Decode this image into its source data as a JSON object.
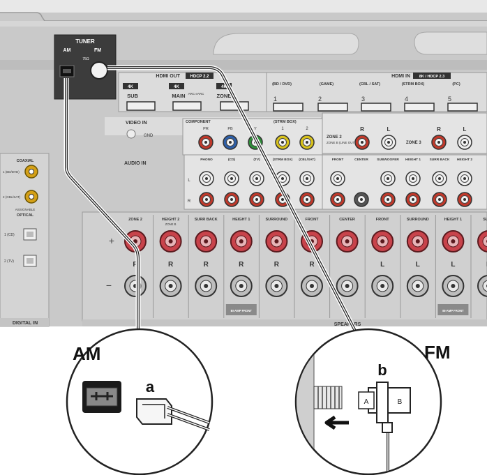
{
  "tuner": {
    "title": "TUNER",
    "am": "AM",
    "fm": "FM",
    "ohm": "75Ω"
  },
  "hdmi_out": {
    "title": "HDMI OUT",
    "badge": "HDCP 2.2",
    "labels": [
      {
        "badge": "4K",
        "name": "SUB"
      },
      {
        "badge": "4K",
        "name": "MAIN",
        "sub": "ARC eARC"
      },
      {
        "badge": "4K",
        "name": "ZONE 2"
      }
    ]
  },
  "hdmi_in": {
    "title": "HDMI IN",
    "badge": "8K / HDCP 2.3",
    "inputs": [
      {
        "top": "(BD / DVD)",
        "num": "1"
      },
      {
        "top": "(GAME)",
        "num": "2"
      },
      {
        "top": "(CBL / SAT)",
        "num": "3"
      },
      {
        "top": "(STRM BOX)",
        "num": "4"
      },
      {
        "top": "(PC)",
        "num": "5"
      }
    ]
  },
  "video_in": {
    "title": "VIDEO IN",
    "gnd": "GND",
    "component": "COMPONENT",
    "strm": "(STRM BOX)",
    "ypbpr": [
      "PR",
      "PB",
      "Y"
    ],
    "nums": [
      "1",
      "2"
    ]
  },
  "audio_in": {
    "title": "AUDIO IN",
    "groups": [
      "PHONO",
      "(CD)",
      "(TV)",
      "(STRM BOX)",
      "(CBL/SAT)"
    ],
    "lr": [
      "L",
      "R"
    ]
  },
  "zone2": {
    "title": "ZONE 2",
    "sub": "ZONE B (LINE OUT)",
    "r": "R",
    "l": "L"
  },
  "zone3": {
    "title": "ZONE 3",
    "r": "R",
    "l": "L"
  },
  "pre_out": {
    "labels": [
      "FRONT",
      "CENTER",
      "SUBWOOFER",
      "HEIGHT 1",
      "SURR BACK",
      "HEIGHT 2"
    ]
  },
  "digital_in": {
    "coaxial": "COAXIAL",
    "coax_ports": [
      "1 (BD/DVD)",
      "2 (CBL/SAT)"
    ],
    "assignable": "ASSIGNABLE",
    "optical": "OPTICAL",
    "optical_ports": [
      "1 (CD)",
      "2 (TV)"
    ],
    "footer": "DIGITAL IN"
  },
  "speakers": {
    "footer": "SPEAKERS",
    "plus": "+",
    "minus": "−",
    "columns": [
      {
        "name": "ZONE 2",
        "ch": "R"
      },
      {
        "name": "HEIGHT 2",
        "sub": "ZONE B",
        "ch": "R"
      },
      {
        "name": "SURR BACK",
        "ch": "R"
      },
      {
        "name": "HEIGHT 1",
        "ch": "R",
        "bottom": "BI-AMP FRONT"
      },
      {
        "name": "SURROUND",
        "ch": "R"
      },
      {
        "name": "FRONT",
        "ch": "R"
      },
      {
        "name": "CENTER",
        "ch": ""
      },
      {
        "name": "FRONT",
        "ch": "L"
      },
      {
        "name": "SURROUND",
        "ch": "L"
      },
      {
        "name": "HEIGHT 1",
        "ch": "L",
        "bottom": "BI-AMP FRONT"
      },
      {
        "name": "SURR",
        "ch": "L"
      }
    ]
  },
  "callout_am": {
    "title": "AM",
    "label": "a"
  },
  "callout_fm": {
    "title": "FM",
    "label": "b",
    "plug_a": "A",
    "plug_b": "B"
  }
}
